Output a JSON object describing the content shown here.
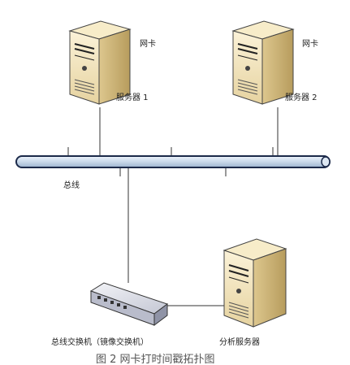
{
  "labels": {
    "nic_1": "网卡",
    "server_1": "服务器 1",
    "nic_2": "网卡",
    "server_2": "服务器 2",
    "bus": "总线",
    "bus_switch": "总线交换机（镜像交换机）",
    "analysis_server": "分析服务器",
    "caption": "图 2 网卡打时间戳拓扑图"
  },
  "icons": {
    "server": "server-tower-icon",
    "switch": "network-switch-icon"
  },
  "colors": {
    "bus_fill": "#c9d9ea",
    "bus_stroke": "#1c2a4a",
    "server_body": "#f1e2b7",
    "server_side": "#c8b27a",
    "switch_body": "#d7d9e2"
  }
}
